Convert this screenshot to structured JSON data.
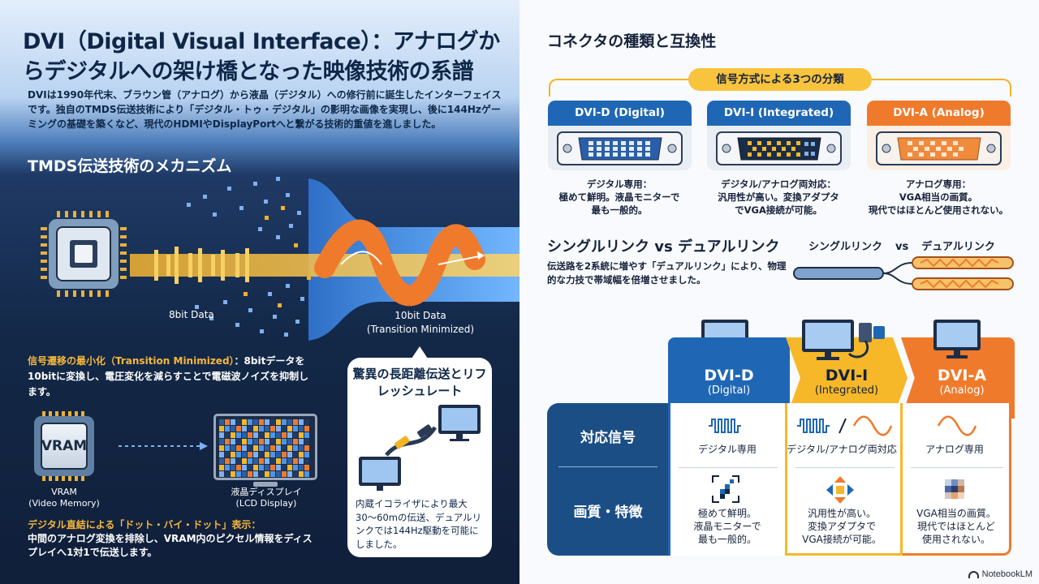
{
  "left": {
    "title": "DVI（Digital Visual Interface）：アナログからデジタルへの架け橋となった映像技術の系譜",
    "intro": "DVIは1990年代末、ブラウン管（アナログ）から液晶（デジタル）への修行前に誕生したインターフェイスです。独自のTMDS伝送技術により「デジタル・トゥ・デジタル」の影明な画像を実現し、後に144Hzゲーミングの基礎を築くなど、現代のHDMIやDisplayPortへと繋がる技術的重値を進しました。",
    "tmds_heading": "TMDS伝送技術のメカニズム",
    "label_8bit": "8bit Data",
    "label_10bit_1": "10bit Data",
    "label_10bit_2": "(Transition Minimized)",
    "transition_highlight": "信号遷移の最小化（Transition Minimized）",
    "transition_body": "：8bitデータを10bitに変換し、電圧変化を減らすことで電磁波ノイズを抑制します。",
    "vram_chip": "VRAM",
    "vram_label_1": "VRAM",
    "vram_label_2": "(Video Memory)",
    "lcd_label_1": "液晶ディスプレイ",
    "lcd_label_2": "(LCD Display)",
    "dot_highlight": "デジタル直結による「ドット・バイ・ドット」表示：",
    "dot_body": "中間のアナログ変換を排除し、VRAM内のピクセル情報をディスプレイへ1対1で伝送します。",
    "bubble_title": "驚異の長距離伝送とリフレッシュレート",
    "bubble_text": "内蔵イコライザにより最大30〜60mの伝送、デュアルリンクでは144Hz駆動を可能にしました。"
  },
  "right": {
    "heading": "コネクタの種類と互換性",
    "class_pill": "信号方式による3つの分類",
    "connectors": [
      {
        "title": "DVI-D (Digital)",
        "desc": "デジタル専用：\n極めて鮮明。液晶モニターで\n最も一般的。",
        "color": "#1f67b5"
      },
      {
        "title": "DVI-I (Integrated)",
        "desc": "デジタル/アナログ両対応：\n汎用性が高い。変換アダプタ\nでVGA接続が可能。",
        "color": "#1f67b5"
      },
      {
        "title": "DVI-A (Analog)",
        "desc": "アナログ専用：\nVGA相当の画質。\n現代ではほとんど使用されない。",
        "color": "#f07a2c"
      }
    ],
    "link_heading": "シングルリンク vs デュアルリンク",
    "link_text": "伝送路を2系統に増やす「デュアルリンク」により、物理的な力技で帯域幅を倍増させました。",
    "link_single": "シングルリンク",
    "link_vs": "vs",
    "link_dual": "デュアルリンク",
    "table": {
      "col_d_title": "DVI-D",
      "col_d_sub": "(Digital)",
      "col_i_title": "DVI-I",
      "col_i_sub": "(Integrated)",
      "col_a_title": "DVI-A",
      "col_a_sub": "(Analog)",
      "row_signal": "対応信号",
      "row_quality": "画質・特徴",
      "d_signal": "デジタル専用",
      "i_signal": "デジタル/アナログ両対応",
      "a_signal": "アナログ専用",
      "d_quality": "極めて鮮明。\n液晶モニターで\n最も一般的。",
      "i_quality": "汎用性が高い。\n変換アダプタで\nVGA接続が可能。",
      "a_quality": "VGA相当の画質。\n現代ではほとんど\n使用されない。"
    }
  },
  "footer": {
    "brand": "NotebookLM"
  },
  "colors": {
    "navy": "#132847",
    "blue": "#1f67b5",
    "yellow": "#f6b829",
    "orange": "#f07a2c"
  }
}
